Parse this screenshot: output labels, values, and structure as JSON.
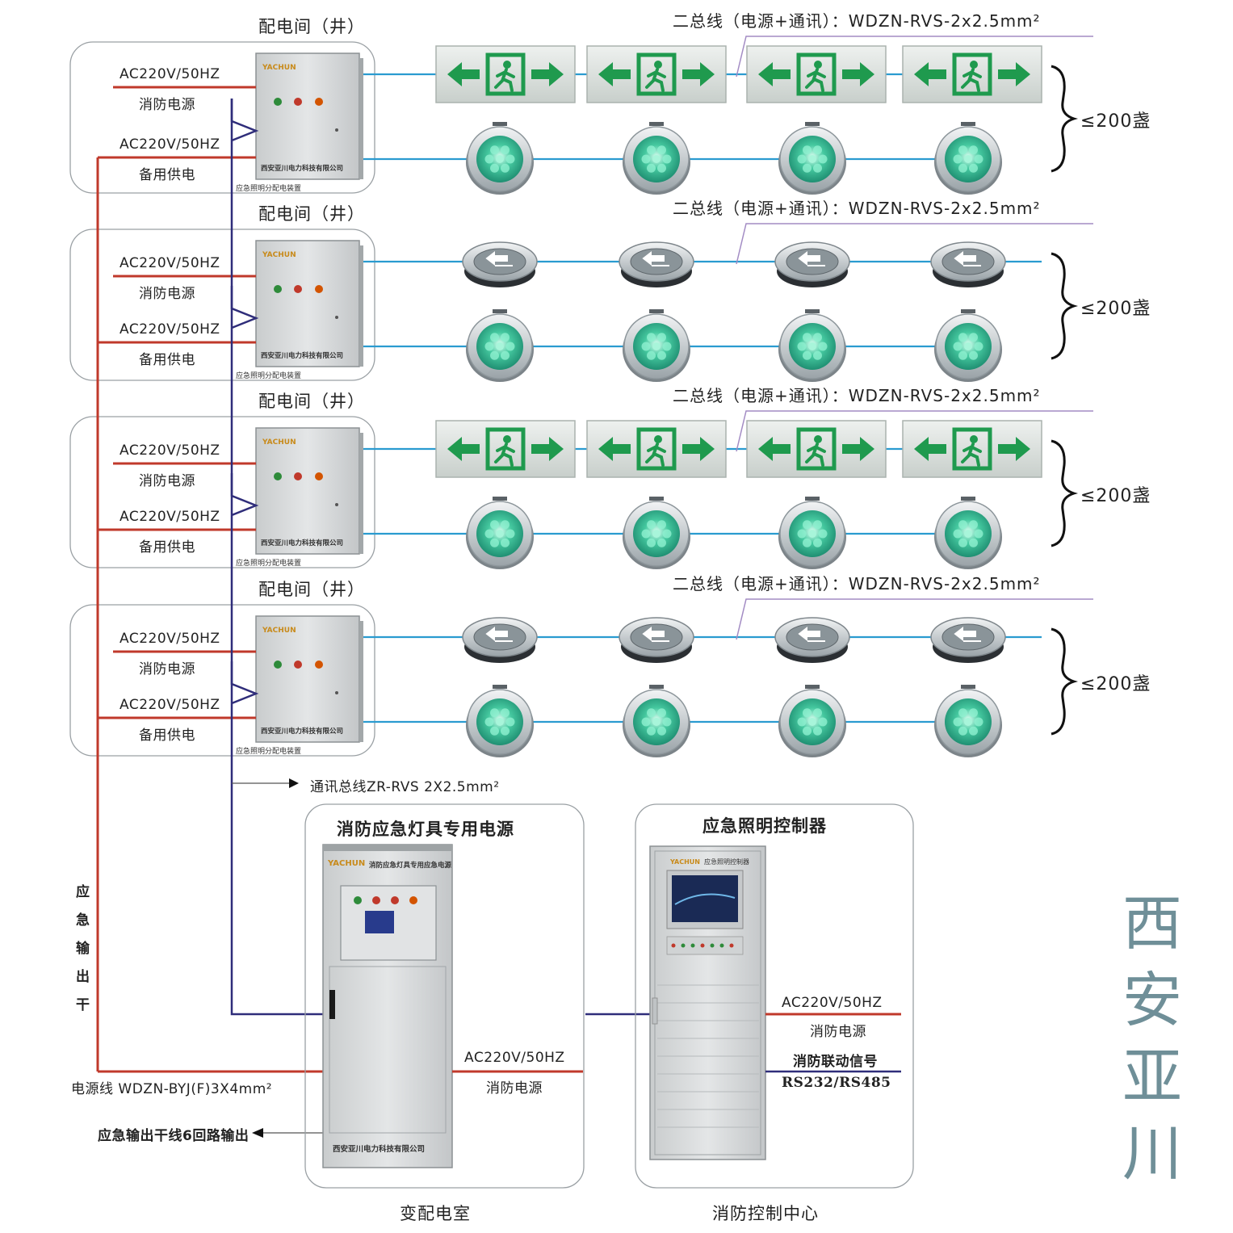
{
  "rooms": [
    {
      "title": "配电间（井）",
      "bus_label": "二总线（电源+通讯）：WDZN-RVS-2x2.5mm²",
      "fire_voltage": "AC220V/50HZ",
      "fire_label": "消防电源",
      "backup_voltage": "AC220V/50HZ",
      "backup_label": "备用供电",
      "box_company": "西安亚川电力科技有限公司",
      "box_caption": "应急照明分配电装置",
      "row1_type": "exit-sign",
      "count_label": "≤200盏"
    },
    {
      "title": "配电间（井）",
      "bus_label": "二总线（电源+通讯）：WDZN-RVS-2x2.5mm²",
      "fire_voltage": "AC220V/50HZ",
      "fire_label": "消防电源",
      "backup_voltage": "AC220V/50HZ",
      "backup_label": "备用供电",
      "box_company": "西安亚川电力科技有限公司",
      "box_caption": "应急照明分配电装置",
      "row1_type": "floor-arrow-light",
      "count_label": "≤200盏"
    },
    {
      "title": "配电间（井）",
      "bus_label": "二总线（电源+通讯）：WDZN-RVS-2x2.5mm²",
      "fire_voltage": "AC220V/50HZ",
      "fire_label": "消防电源",
      "backup_voltage": "AC220V/50HZ",
      "backup_label": "备用供电",
      "box_company": "西安亚川电力科技有限公司",
      "box_caption": "应急照明分配电装置",
      "row1_type": "exit-sign",
      "count_label": "≤200盏"
    },
    {
      "title": "配电间（井）",
      "bus_label": "二总线（电源+通讯）：WDZN-RVS-2x2.5mm²",
      "fire_voltage": "AC220V/50HZ",
      "fire_label": "消防电源",
      "backup_voltage": "AC220V/50HZ",
      "backup_label": "备用供电",
      "box_company": "西安亚川电力科技有限公司",
      "box_caption": "应急照明分配电装置",
      "row1_type": "floor-arrow-light",
      "count_label": "≤200盏"
    }
  ],
  "comm_bus_label": "通讯总线ZR-RVS  2X2.5mm²",
  "trunk_label": [
    "应",
    "急",
    "输",
    "出",
    "干"
  ],
  "power_line_label": "电源线 WDZN-BYJ(F)3X4mm²",
  "output_label": "应急输出干线6回路输出",
  "power_supply": {
    "title": "消防应急灯具专用电源",
    "cabinet_company": "西安亚川电力科技有限公司",
    "cabinet_header": "消防应急灯具专用应急电源",
    "voltage": "AC220V/50HZ",
    "label": "消防电源",
    "room": "变配电室"
  },
  "controller": {
    "title": "应急照明控制器",
    "cabinet_header": "应急照明控制器",
    "voltage": "AC220V/50HZ",
    "label": "消防电源",
    "signal_label": "消防联动信号",
    "signal_protocol": "RS232/RS485",
    "room": "消防控制中心"
  },
  "brand_chars": [
    "西",
    "安",
    "亚",
    "川"
  ],
  "logo_text": "YACHUN",
  "colors": {
    "red_line": "#c0392b",
    "blue_line": "#2a9bd0",
    "navy_line": "#2f2d7a",
    "purple_line": "#a38cc4",
    "exit_green": "#1f9a4e",
    "lamp_green": "#46c9a0",
    "cabinet_grey": "#d7d9da",
    "brand": "#6f8f98"
  }
}
